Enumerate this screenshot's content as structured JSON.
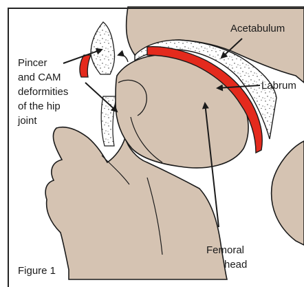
{
  "labels": {
    "acetabulum": "Acetabulum",
    "labrum": "Labrum",
    "pincer_lines": [
      "Pincer",
      "and CAM",
      "deformities",
      "of the hip",
      "joint"
    ],
    "femoral_head_lines": [
      "Femoral",
      "head"
    ],
    "figure": "Figure 1"
  },
  "colors": {
    "bone": "#d5c3b2",
    "labrum": "#e42a1d",
    "cartilage": "#ffffff",
    "outline": "#1a1a1a",
    "frame": "#222222"
  }
}
